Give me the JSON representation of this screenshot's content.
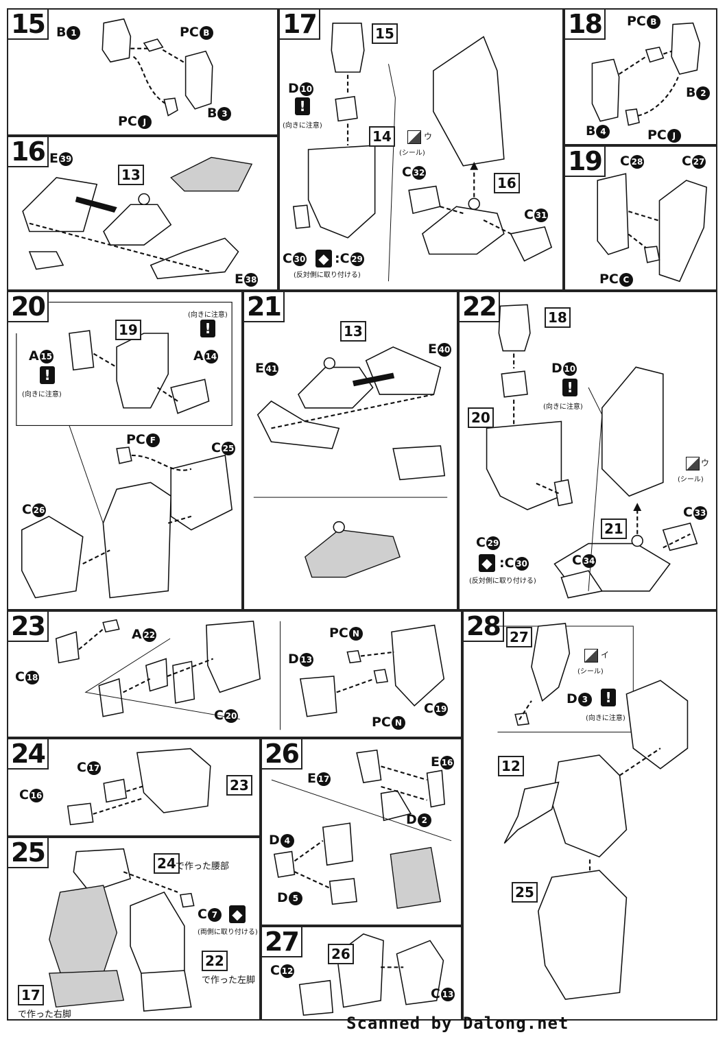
{
  "steps": {
    "s15": {
      "num": "15",
      "labels": [
        "B",
        "PC",
        "PC",
        "B"
      ],
      "ids": [
        "1",
        "B",
        "J",
        "3"
      ]
    },
    "s16": {
      "num": "16",
      "labels": [
        "E",
        "E"
      ],
      "ids": [
        "39",
        "38"
      ],
      "ref": "13"
    },
    "s17": {
      "num": "17",
      "ref_top": "15",
      "ref_mid": "14",
      "ref_lower": "16",
      "d": "D",
      "d_id": "10",
      "warn_note": "(向きに注意)",
      "sticker": "ウ",
      "sticker_note": "(シール)",
      "c_top": "C",
      "c_top_id": "32",
      "c_right": "C",
      "c_right_id": "31",
      "c_bottom": "C",
      "c_bottom_id": "30",
      "c_bottom2": ":C",
      "c_bottom2_id": "29",
      "opposite_note": "(反対側に取り付ける)"
    },
    "s18": {
      "num": "18",
      "labels": [
        "PC",
        "B",
        "B",
        "PC"
      ],
      "ids": [
        "B",
        "2",
        "4",
        "J"
      ]
    },
    "s19": {
      "num": "19",
      "labels": [
        "C",
        "C",
        "PC"
      ],
      "ids": [
        "28",
        "27",
        "C"
      ]
    },
    "s20": {
      "num": "20",
      "ref": "19",
      "warn_note": "(向きに注意)",
      "warn_note2": "(向きに注意)",
      "labels": [
        "A",
        "A",
        "PC",
        "C",
        "C"
      ],
      "ids": [
        "15",
        "14",
        "F",
        "25",
        "26"
      ]
    },
    "s21": {
      "num": "21",
      "ref": "13",
      "labels": [
        "E",
        "E"
      ],
      "ids": [
        "41",
        "40"
      ]
    },
    "s22": {
      "num": "22",
      "ref_top": "18",
      "ref_mid": "20",
      "ref_low": "21",
      "d": "D",
      "d_id": "10",
      "warn_note": "(向きに注意)",
      "sticker": "ウ",
      "sticker_note": "(シール)",
      "labels": [
        "C",
        "C",
        "C",
        ":C"
      ],
      "ids": [
        "33",
        "34",
        "29",
        "30"
      ],
      "opposite_note": "(反対側に取り付ける)"
    },
    "s23": {
      "num": "23",
      "labels": [
        "A",
        "C",
        "C",
        "PC",
        "D",
        "C",
        "PC"
      ],
      "ids": [
        "22",
        "18",
        "20",
        "N",
        "13",
        "19",
        "N"
      ]
    },
    "s24": {
      "num": "24",
      "ref": "23",
      "labels": [
        "C",
        "C"
      ],
      "ids": [
        "17",
        "16"
      ]
    },
    "s25": {
      "num": "25",
      "ref_waist": "24",
      "waist_note": "で作った腰部",
      "ref_left": "22",
      "left_note": "で作った左脚",
      "ref_right": "17",
      "right_note": "で作った右脚",
      "c": "C",
      "c_id": "7",
      "both_note": "(両側に取り付ける)"
    },
    "s26": {
      "num": "26",
      "labels": [
        "E",
        "E",
        "D",
        "D",
        "D"
      ],
      "ids": [
        "16",
        "17",
        "2",
        "4",
        "5"
      ]
    },
    "s27": {
      "num": "27",
      "ref": "26",
      "labels": [
        "C",
        "C"
      ],
      "ids": [
        "12",
        "13"
      ]
    },
    "s28": {
      "num": "28",
      "ref_top": "27",
      "ref_a": "12",
      "ref_b": "25",
      "sticker": "イ",
      "sticker_note": "(シール)",
      "d": "D",
      "d_id": "3",
      "warn_note": "(向きに注意)"
    }
  },
  "footer": "Scanned by Dalong.net"
}
